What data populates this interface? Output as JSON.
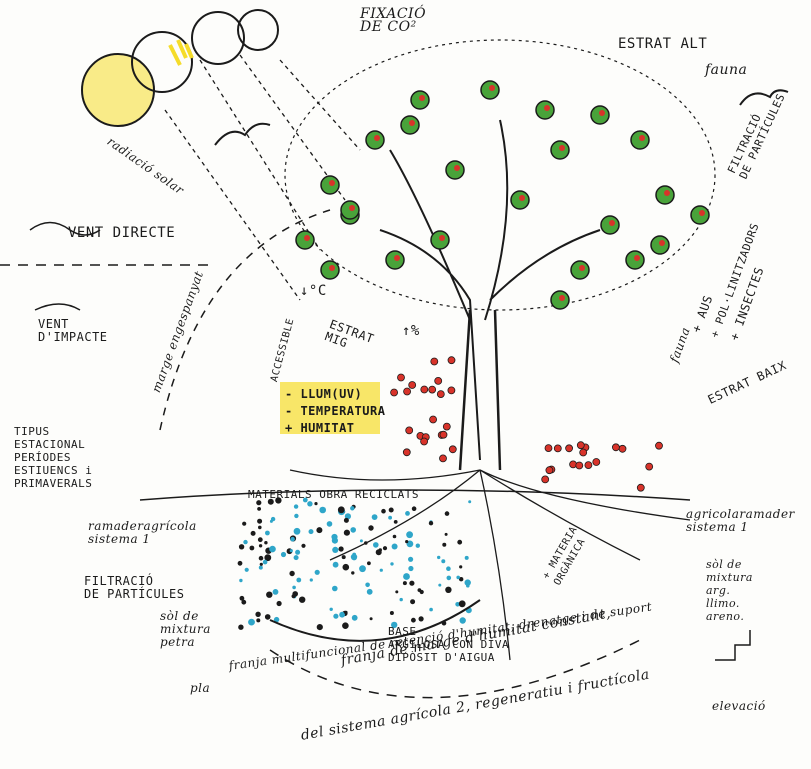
{
  "colors": {
    "ink": "#1b1b1b",
    "leaf_green": "#49a33a",
    "fruit_red": "#d8332a",
    "water_blue": "#2fa6c9",
    "sun_yellow": "#f5dc2a"
  },
  "labels": {
    "fixacio": "FIXACIÓ\nDE CO²",
    "estrat_alt": "ESTRAT ALT",
    "fauna_top": "fauna",
    "radiacio": "radiació solar",
    "vent_directe": "VENT DIRECTE",
    "vent_impacte": "VENT\nD'IMPACTE",
    "tipus": "TIPUS\nESTACIONAL\nPERÍODES\nESTIUENCS i\nPRIMAVERALS",
    "marge": "marge engespanyat",
    "temp": "↓°C",
    "accessible": "ACCESSIBLE",
    "estrat_mig": "ESTRAT\nMIG",
    "humitat_pct": "↑%",
    "llum": "- LLUM(UV)",
    "temperatura": "- TEMPERATURA",
    "humitat": "+ HUMITAT",
    "materials": "MATERIALS OBRA RECICLATS",
    "ramader": "ramaderagrícola\nsistema 1",
    "filtracio_left": "FILTRACIÓ\nDE PARTÍCULES",
    "sol_petra": "sòl de\nmixtura\npetra",
    "pla": "pla",
    "base": "BASE\nARGILOSA CON DIVA\nDIPÒSIT D'AIGUA",
    "materia": "+ MATERIA\nORGÀNICA",
    "filtracio_right": "FILTRACIÓ\nDE PARTÍCULES",
    "aus": "+ AUS",
    "pol": "+ POL·LINITZADORS",
    "ins": "+ INSECTES",
    "fauna_mid": "fauna",
    "estrat_baix": "ESTRAT BAIX",
    "agricola": "agricolaramader\nsistema 1",
    "sol_mixtura": "sòl de\nmixtura\narg.\nllimo.\nareno.",
    "elevacio": "elevació",
    "caption1": "franja de marge d'humitat constant,",
    "caption2": "franja multifuncional de retenció d'humitat, drenatge i de suport",
    "caption3": "del sistema agrícola 2, regeneratiu i fructícola"
  },
  "icons": [
    "sun-phase-icon",
    "bird-icon",
    "wind-icon",
    "tree-icon",
    "fruit-icon",
    "root-icon"
  ]
}
